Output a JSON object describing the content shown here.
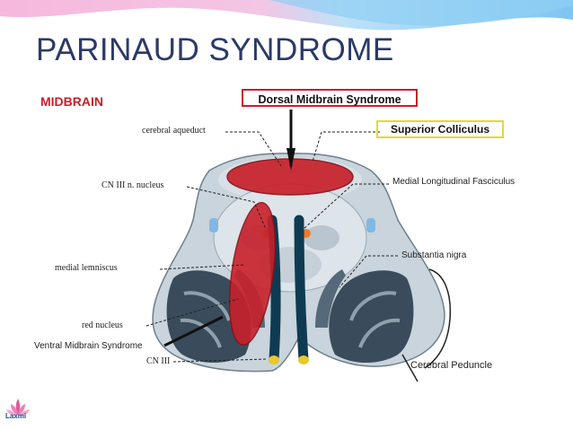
{
  "slide": {
    "title": "PARINAUD SYNDROME"
  },
  "figure": {
    "heading": "MIDBRAIN",
    "boxes": {
      "dorsal": "Dorsal Midbrain Syndrome",
      "superior": "Superior Colliculus"
    },
    "labels": {
      "cerebral_aqueduct": "cerebral aqueduct",
      "cn3_nucleus": "CN III n. nucleus",
      "medial_lemniscus": "medial lemniscus",
      "red_nucleus": "red nucleus",
      "ventral": "Ventral Midbrain Syndrome",
      "cn3": "CN III",
      "mlf": "Medial Longitudinal Fasciculus",
      "substantia_nigra": "Substantia nigra",
      "cerebral_peduncle": "Cerebral Peduncle"
    }
  },
  "logo": {
    "text": "Laxmi"
  },
  "colors": {
    "title": "#2b3a67",
    "lesion": "#c8202a",
    "superior_box": "#e8d43a",
    "nerve": "#0f3b52"
  }
}
